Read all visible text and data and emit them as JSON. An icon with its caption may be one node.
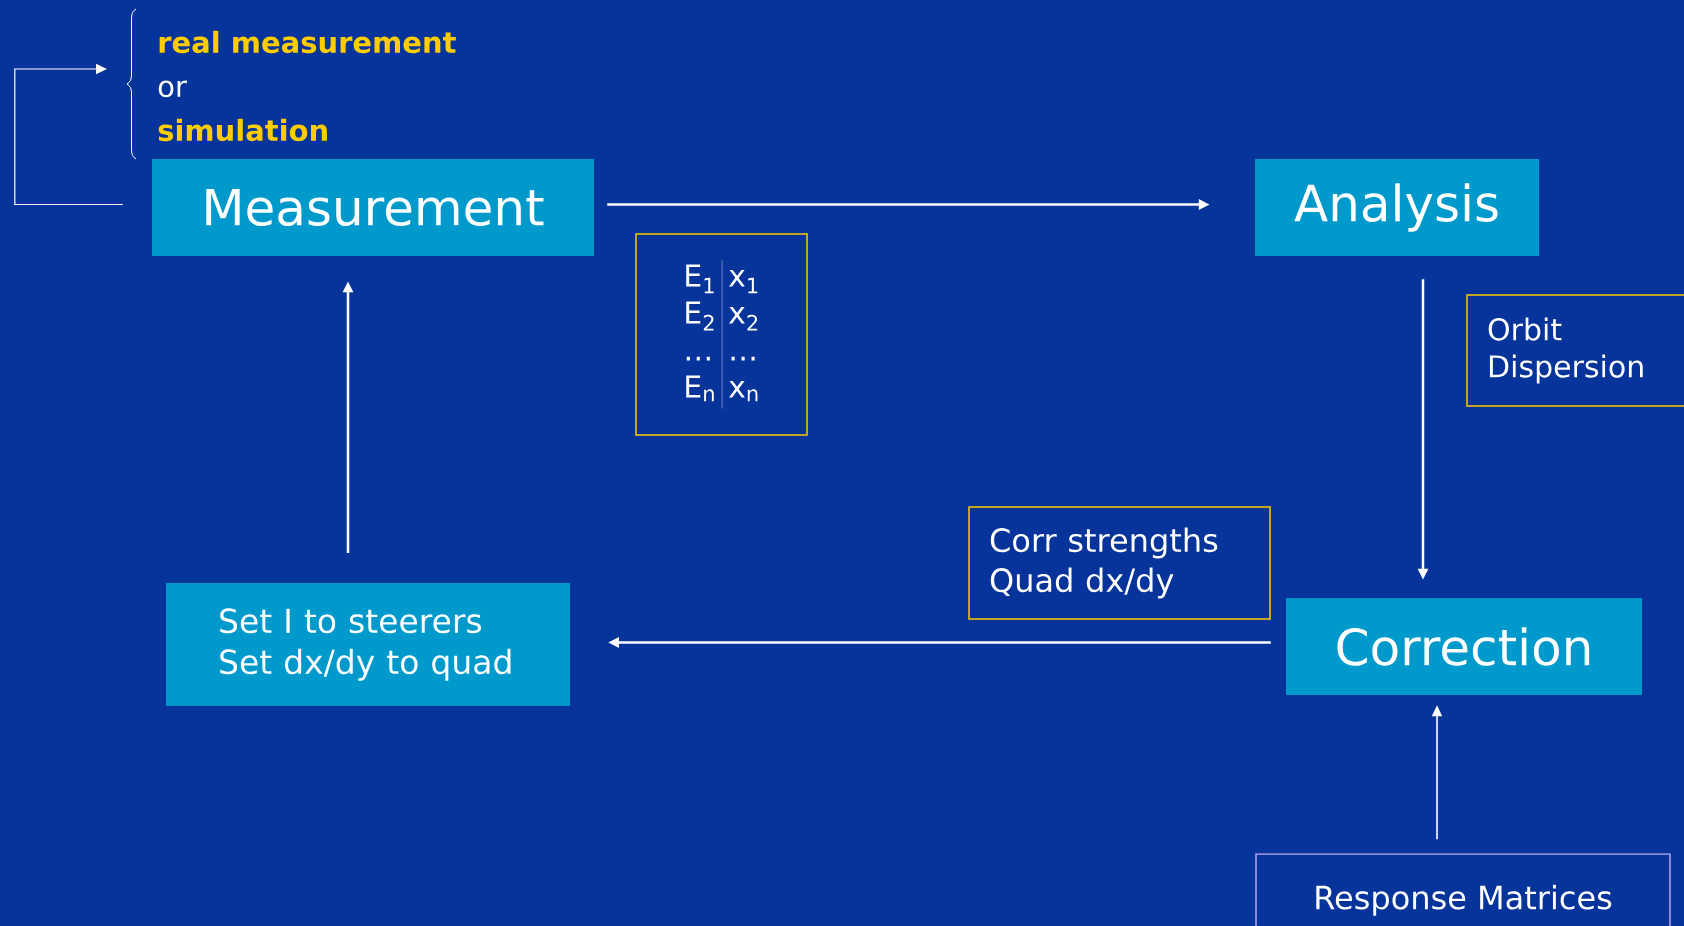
{
  "diagram": {
    "nodes": [
      {
        "text": [
          "Measurement"
        ]
      },
      {
        "text": [
          "Analysis"
        ]
      },
      {
        "text": [
          "Correction"
        ]
      },
      {
        "text": [
          "Set I to steerers Set dx/dy to quad"
        ]
      },
      {
        "text": [
          "Response Matrices"
        ]
      },
      {
        "text": [
          "real measurement",
          "or",
          "simulation"
        ]
      },
      {
        "text": [
          "E$_{1}$",
          "x$_{1}$",
          "E$_{2}$",
          "x$_{2}$",
          "…",
          "…",
          "E$_{n}$",
          "x$_{n}$"
        ]
      },
      {
        "text": [
          "Orbit Dispersion"
        ]
      },
      {
        "text": [
          "Corr strengths Quad dx/dy"
        ]
      }
    ],
    "edges": [
      {
        "from": 0,
        "to": 1,
        "arrow": "to"
      },
      {
        "from": 1,
        "to": 2,
        "arrow": "to"
      },
      {
        "from": 2,
        "to": 3,
        "arrow": "to"
      },
      {
        "from": 3,
        "to": 0,
        "arrow": "to"
      },
      {
        "from": 4,
        "to": 2,
        "arrow": "to"
      },
      {
        "from": 0,
        "to": 5,
        "arrow": "to"
      }
    ]
  }
}
